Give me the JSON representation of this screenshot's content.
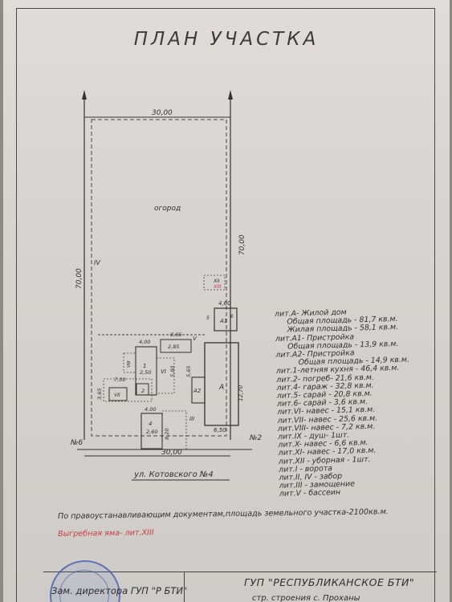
{
  "page": {
    "title": "ПЛАН УЧАСТКА"
  },
  "plan": {
    "dim_top": "30,00",
    "dim_bottom": "30,00",
    "dim_left": "70,00",
    "dim_right": "70,00",
    "garden_label": "огород",
    "fence_iv": "IV",
    "label_vi": "VI",
    "label_iii": "III",
    "label_v": "V",
    "label_xii": "XII",
    "label_xiii": "XIII",
    "label_a1": "A1",
    "label_a2": "A2",
    "label_a": "A",
    "label_1": "1",
    "label_2": "2",
    "label_4": "4",
    "label_5": "5",
    "label_6": "6",
    "label_vii": "VII",
    "label_viii": "VIII",
    "d_460": "4,60",
    "d_865": "8,65",
    "d_400a": "4,00",
    "d_400b": "4,00",
    "d_700": "7,00",
    "d_285": "2,85",
    "d_580": "5,80",
    "d_250": "2,50",
    "d_260": "2,60",
    "d_820": "8,20",
    "d_650": "6,50",
    "d_365": "3,65",
    "d_565": "5,65",
    "d_1270": "12,70",
    "neighbor_left": "№6",
    "neighbor_right": "№2",
    "street": "ул. Котовского №4"
  },
  "legend": [
    {
      "text": "лит.А- Жилой дом",
      "indent": 0
    },
    {
      "text": "Общая площадь - 81,7 кв.м.",
      "indent": 1
    },
    {
      "text": "Жилая площадь - 58,1 кв.м.",
      "indent": 1
    },
    {
      "text": "лит.А1- Пристройка",
      "indent": 0
    },
    {
      "text": "Общая площадь - 13,9 кв.м.",
      "indent": 1
    },
    {
      "text": "лит.А2- Пристройка",
      "indent": 0
    },
    {
      "text": "Общая площадь - 14,9 кв.м.",
      "indent": 2
    },
    {
      "text": "лит.1-летняя кухня - 46,4 кв.м.",
      "indent": 0
    },
    {
      "text": "лит.2- погреб- 21,6 кв.м.",
      "indent": 0
    },
    {
      "text": "лит.4- гараж - 32,8 кв.м.",
      "indent": 0
    },
    {
      "text": "лит.5- сарай - 20,8 кв.м.",
      "indent": 0
    },
    {
      "text": "лит.6- сарай - 3,6 кв.м.",
      "indent": 0
    },
    {
      "text": "лит.VI- навес - 15,1 кв.м.",
      "indent": 0
    },
    {
      "text": "лит.VII- навес - 25,6 кв.м.",
      "indent": 0
    },
    {
      "text": "лит.VIII- навес - 7,2 кв.м.",
      "indent": 0
    },
    {
      "text": "лит.IX - душ- 1шт.",
      "indent": 0
    },
    {
      "text": "лит.X- навес - 6,6 кв.м.",
      "indent": 0
    },
    {
      "text": "лит.XI- навес - 17,0 кв.м.",
      "indent": 0
    },
    {
      "text": "лит.XII - уборная - 1шт.",
      "indent": 0
    },
    {
      "text": "лит.I - ворота",
      "indent": 0
    },
    {
      "text": "лит.II, IV - забор",
      "indent": 0
    },
    {
      "text": "лит.III - замощение",
      "indent": 0
    },
    {
      "text": "лит.V - бассеин",
      "indent": 0
    }
  ],
  "note": "По правоустанавливающим документам,площадь земельного участка-2100кв.м.",
  "note_red": "Выгребная яма-  лит.XIII",
  "footer": {
    "deputy": "Зам. директора ГУП \"Р БТИ\"",
    "organization": "ГУП \"РЕСПУБЛИКАНСКОЕ БТИ\"",
    "bottom_line": "стр.     строения     с. Проханы"
  },
  "colors": {
    "ink": "#2f2f2f",
    "red_ink": "#c43e3e",
    "seal_blue": "#3c5aaa",
    "paper": "#d9d6d3"
  }
}
